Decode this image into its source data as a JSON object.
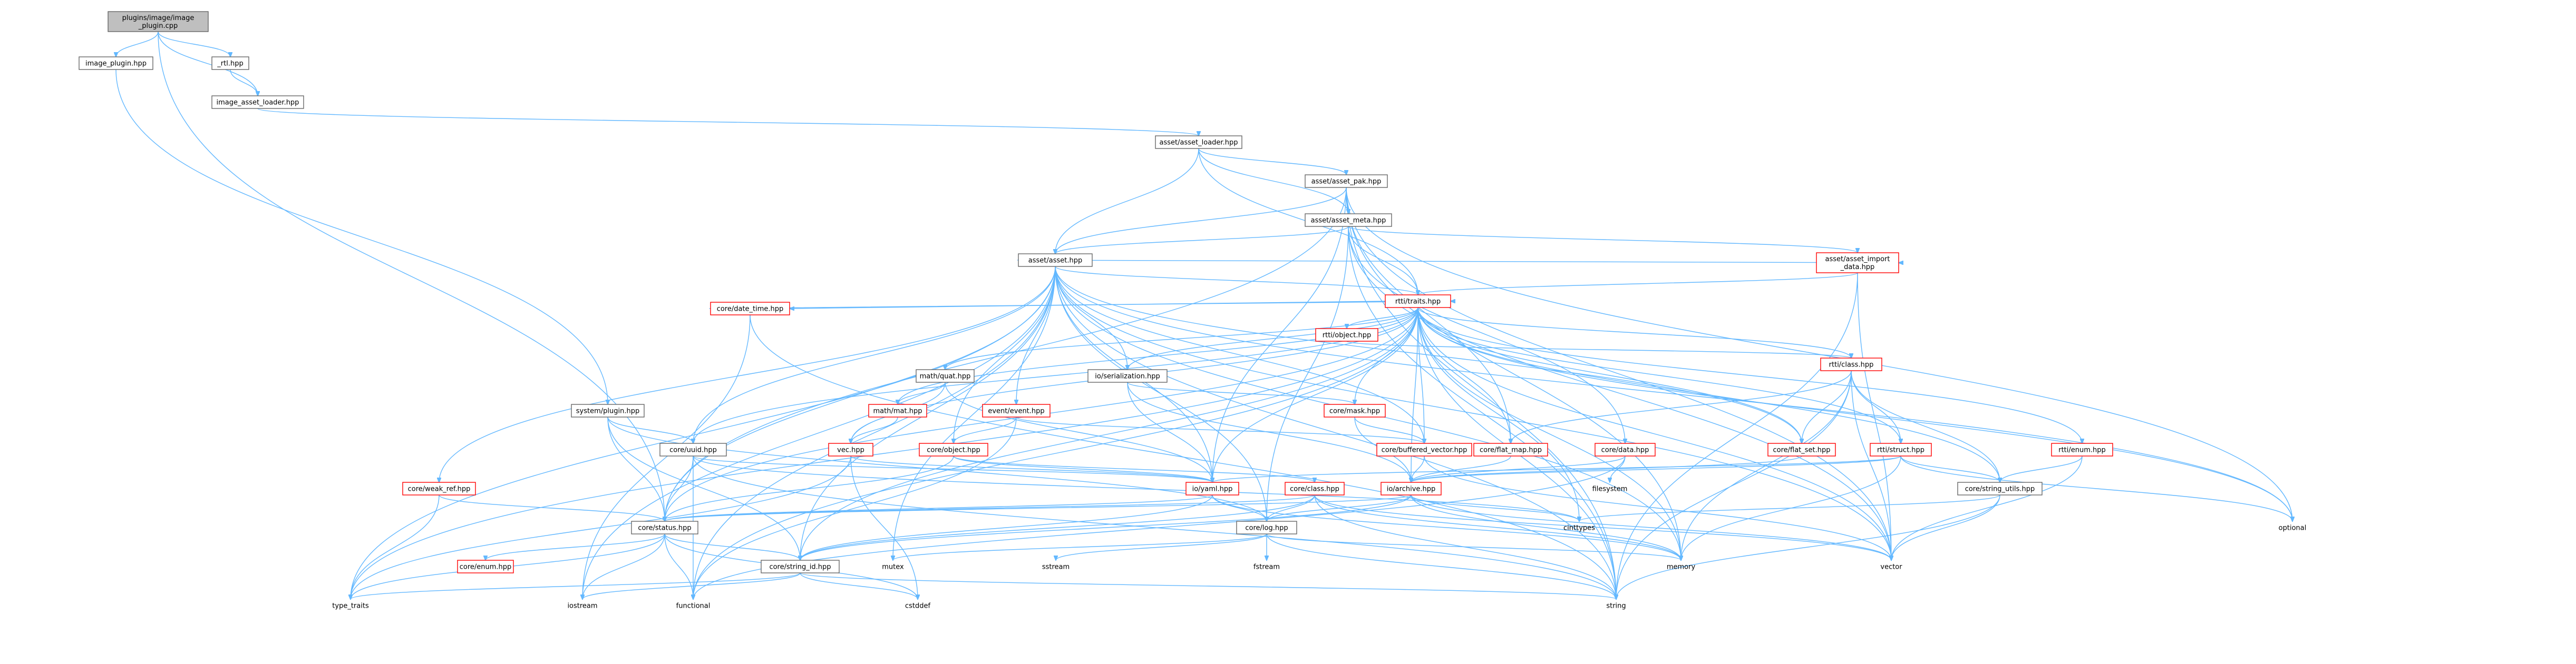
{
  "edge_color": "#63b8ff",
  "red_border_color": "#ff0000",
  "root_fill": "#bfbfbf",
  "nodes": [
    {
      "id": "root",
      "lines": [
        "plugins/image/image",
        "_plugin.cpp"
      ],
      "style": "root"
    },
    {
      "id": "image_plugin",
      "lines": [
        "image_plugin.hpp"
      ],
      "style": "normal"
    },
    {
      "id": "rtl",
      "lines": [
        "_rtl.hpp"
      ],
      "style": "normal"
    },
    {
      "id": "image_asset_loader",
      "lines": [
        "image_asset_loader.hpp"
      ],
      "style": "normal"
    },
    {
      "id": "asset_loader",
      "lines": [
        "asset/asset_loader.hpp"
      ],
      "style": "normal"
    },
    {
      "id": "asset_pak",
      "lines": [
        "asset/asset_pak.hpp"
      ],
      "style": "normal"
    },
    {
      "id": "asset_meta",
      "lines": [
        "asset/asset_meta.hpp"
      ],
      "style": "normal"
    },
    {
      "id": "asset",
      "lines": [
        "asset/asset.hpp"
      ],
      "style": "normal"
    },
    {
      "id": "asset_import",
      "lines": [
        "asset/asset_import",
        "_data.hpp"
      ],
      "style": "red"
    },
    {
      "id": "traits",
      "lines": [
        "rtti/traits.hpp"
      ],
      "style": "red"
    },
    {
      "id": "date_time",
      "lines": [
        "core/date_time.hpp"
      ],
      "style": "red"
    },
    {
      "id": "rtti_object",
      "lines": [
        "rtti/object.hpp"
      ],
      "style": "red"
    },
    {
      "id": "rtti_class",
      "lines": [
        "rtti/class.hpp"
      ],
      "style": "red"
    },
    {
      "id": "math_quat",
      "lines": [
        "math/quat.hpp"
      ],
      "style": "normal"
    },
    {
      "id": "serialization",
      "lines": [
        "io/serialization.hpp"
      ],
      "style": "normal"
    },
    {
      "id": "system_plugin",
      "lines": [
        "system/plugin.hpp"
      ],
      "style": "normal"
    },
    {
      "id": "event",
      "lines": [
        "event/event.hpp"
      ],
      "style": "red"
    },
    {
      "id": "core_mask",
      "lines": [
        "core/mask.hpp"
      ],
      "style": "red"
    },
    {
      "id": "math_mat",
      "lines": [
        "math/mat.hpp"
      ],
      "style": "red"
    },
    {
      "id": "core_uuid",
      "lines": [
        "core/uuid.hpp"
      ],
      "style": "normal"
    },
    {
      "id": "vec",
      "lines": [
        "vec.hpp"
      ],
      "style": "red"
    },
    {
      "id": "core_object",
      "lines": [
        "core/object.hpp"
      ],
      "style": "red"
    },
    {
      "id": "buffered_vector",
      "lines": [
        "core/buffered_vector.hpp"
      ],
      "style": "red"
    },
    {
      "id": "flat_map",
      "lines": [
        "core/flat_map.hpp"
      ],
      "style": "red"
    },
    {
      "id": "core_data",
      "lines": [
        "core/data.hpp"
      ],
      "style": "red"
    },
    {
      "id": "rtti_struct",
      "lines": [
        "rtti/struct.hpp"
      ],
      "style": "red"
    },
    {
      "id": "flat_set",
      "lines": [
        "core/flat_set.hpp"
      ],
      "style": "red"
    },
    {
      "id": "rtti_enum",
      "lines": [
        "rtti/enum.hpp"
      ],
      "style": "red"
    },
    {
      "id": "weak_ref",
      "lines": [
        "core/weak_ref.hpp"
      ],
      "style": "red"
    },
    {
      "id": "io_yaml",
      "lines": [
        "io/yaml.hpp"
      ],
      "style": "red"
    },
    {
      "id": "core_class",
      "lines": [
        "core/class.hpp"
      ],
      "style": "red"
    },
    {
      "id": "io_archive",
      "lines": [
        "io/archive.hpp"
      ],
      "style": "red"
    },
    {
      "id": "string_utils",
      "lines": [
        "core/string_utils.hpp"
      ],
      "style": "normal"
    },
    {
      "id": "core_status",
      "lines": [
        "core/status.hpp"
      ],
      "style": "normal"
    },
    {
      "id": "core_log",
      "lines": [
        "core/log.hpp"
      ],
      "style": "normal"
    },
    {
      "id": "core_enum",
      "lines": [
        "core/enum.hpp"
      ],
      "style": "red"
    },
    {
      "id": "string_id",
      "lines": [
        "core/string_id.hpp"
      ],
      "style": "normal"
    },
    {
      "id": "filesystem",
      "lines": [
        "filesystem"
      ],
      "style": "plain"
    },
    {
      "id": "cinttypes",
      "lines": [
        "cinttypes"
      ],
      "style": "plain"
    },
    {
      "id": "optional",
      "lines": [
        "optional"
      ],
      "style": "plain"
    },
    {
      "id": "memory",
      "lines": [
        "memory"
      ],
      "style": "plain"
    },
    {
      "id": "vector",
      "lines": [
        "vector"
      ],
      "style": "plain"
    },
    {
      "id": "mutex",
      "lines": [
        "mutex"
      ],
      "style": "plain"
    },
    {
      "id": "sstream",
      "lines": [
        "sstream"
      ],
      "style": "plain"
    },
    {
      "id": "fstream",
      "lines": [
        "fstream"
      ],
      "style": "plain"
    },
    {
      "id": "iostream",
      "lines": [
        "iostream"
      ],
      "style": "plain"
    },
    {
      "id": "type_traits",
      "lines": [
        "type_traits"
      ],
      "style": "plain"
    },
    {
      "id": "functional",
      "lines": [
        "functional"
      ],
      "style": "plain"
    },
    {
      "id": "cstddef",
      "lines": [
        "cstddef"
      ],
      "style": "plain"
    },
    {
      "id": "string",
      "lines": [
        "string"
      ],
      "style": "plain"
    }
  ],
  "edges": [
    [
      "root",
      "image_plugin"
    ],
    [
      "root",
      "rtl"
    ],
    [
      "root",
      "image_asset_loader"
    ],
    [
      "root",
      "core_status"
    ],
    [
      "rtl",
      "image_asset_loader"
    ],
    [
      "image_plugin",
      "system_plugin"
    ],
    [
      "image_asset_loader",
      "asset_loader"
    ],
    [
      "asset_loader",
      "asset_pak"
    ],
    [
      "asset_loader",
      "asset_meta"
    ],
    [
      "asset_loader",
      "asset"
    ],
    [
      "asset_loader",
      "traits"
    ],
    [
      "asset_pak",
      "asset_meta"
    ],
    [
      "asset_pak",
      "asset"
    ],
    [
      "asset_pak",
      "io_yaml"
    ],
    [
      "asset_pak",
      "flat_map"
    ],
    [
      "asset_pak",
      "core_status"
    ],
    [
      "asset_pak",
      "optional"
    ],
    [
      "asset_pak",
      "vector"
    ],
    [
      "asset_pak",
      "string"
    ],
    [
      "asset_pak",
      "memory"
    ],
    [
      "asset_meta",
      "asset"
    ],
    [
      "asset_meta",
      "asset_import"
    ],
    [
      "asset_meta",
      "traits"
    ],
    [
      "asset_meta",
      "core_log"
    ],
    [
      "asset_meta",
      "core_data"
    ],
    [
      "asset_meta",
      "string"
    ],
    [
      "asset_meta",
      "vector"
    ],
    [
      "asset",
      "asset_import"
    ],
    [
      "asset",
      "traits"
    ],
    [
      "asset",
      "serialization"
    ],
    [
      "asset",
      "event"
    ],
    [
      "asset",
      "core_uuid"
    ],
    [
      "asset",
      "core_object"
    ],
    [
      "asset",
      "buffered_vector"
    ],
    [
      "asset",
      "flat_set"
    ],
    [
      "asset",
      "weak_ref"
    ],
    [
      "asset",
      "io_yaml"
    ],
    [
      "asset",
      "core_log"
    ],
    [
      "asset",
      "string_id"
    ],
    [
      "asset",
      "core_status"
    ],
    [
      "asset",
      "optional"
    ],
    [
      "asset",
      "memory"
    ],
    [
      "asset",
      "vector"
    ],
    [
      "asset",
      "mutex"
    ],
    [
      "asset",
      "iostream"
    ],
    [
      "asset",
      "type_traits"
    ],
    [
      "asset",
      "functional"
    ],
    [
      "asset",
      "string"
    ],
    [
      "asset_import",
      "traits"
    ],
    [
      "asset_import",
      "string"
    ],
    [
      "asset_import",
      "vector"
    ],
    [
      "traits",
      "date_time"
    ],
    [
      "traits",
      "rtti_object"
    ],
    [
      "traits",
      "rtti_class"
    ],
    [
      "traits",
      "math_quat"
    ],
    [
      "traits",
      "serialization"
    ],
    [
      "traits",
      "core_mask"
    ],
    [
      "traits",
      "math_mat"
    ],
    [
      "traits",
      "core_uuid"
    ],
    [
      "traits",
      "vec"
    ],
    [
      "traits",
      "buffered_vector"
    ],
    [
      "traits",
      "flat_map"
    ],
    [
      "traits",
      "flat_set"
    ],
    [
      "traits",
      "rtti_struct"
    ],
    [
      "traits",
      "rtti_enum"
    ],
    [
      "traits",
      "io_yaml"
    ],
    [
      "traits",
      "io_archive"
    ],
    [
      "traits",
      "string_utils"
    ],
    [
      "traits",
      "core_status"
    ],
    [
      "traits",
      "string_id"
    ],
    [
      "traits",
      "cinttypes"
    ],
    [
      "traits",
      "optional"
    ],
    [
      "traits",
      "memory"
    ],
    [
      "traits",
      "vector"
    ],
    [
      "traits",
      "string"
    ],
    [
      "traits",
      "type_traits"
    ],
    [
      "traits",
      "functional"
    ],
    [
      "date_time",
      "traits"
    ],
    [
      "date_time",
      "string"
    ],
    [
      "date_time",
      "iostream"
    ],
    [
      "rtti_object",
      "rtti_class"
    ],
    [
      "rtti_class",
      "rtti_struct"
    ],
    [
      "rtti_class",
      "flat_map"
    ],
    [
      "rtti_class",
      "flat_set"
    ],
    [
      "rtti_class",
      "string_utils"
    ],
    [
      "rtti_class",
      "vector"
    ],
    [
      "rtti_class",
      "string"
    ],
    [
      "rtti_class",
      "memory"
    ],
    [
      "math_quat",
      "vec"
    ],
    [
      "math_quat",
      "math_mat"
    ],
    [
      "math_quat",
      "io_yaml"
    ],
    [
      "serialization",
      "io_archive"
    ],
    [
      "serialization",
      "io_yaml"
    ],
    [
      "serialization",
      "core_mask"
    ],
    [
      "system_plugin",
      "core_uuid"
    ],
    [
      "system_plugin",
      "core_status"
    ],
    [
      "system_plugin",
      "string_id"
    ],
    [
      "system_plugin",
      "core_log"
    ],
    [
      "event",
      "core_object"
    ],
    [
      "event",
      "buffered_vector"
    ],
    [
      "event",
      "functional"
    ],
    [
      "core_mask",
      "buffered_vector"
    ],
    [
      "core_mask",
      "io_archive"
    ],
    [
      "math_mat",
      "vec"
    ],
    [
      "core_uuid",
      "io_yaml"
    ],
    [
      "core_uuid",
      "core_status"
    ],
    [
      "core_uuid",
      "cinttypes"
    ],
    [
      "core_uuid",
      "string"
    ],
    [
      "core_uuid",
      "functional"
    ],
    [
      "vec",
      "io_yaml"
    ],
    [
      "vec",
      "type_traits"
    ],
    [
      "vec",
      "cstddef"
    ],
    [
      "core_object",
      "core_class"
    ],
    [
      "core_object",
      "io_yaml"
    ],
    [
      "core_object",
      "core_status"
    ],
    [
      "buffered_vector",
      "io_archive"
    ],
    [
      "buffered_vector",
      "vector"
    ],
    [
      "flat_map",
      "io_archive"
    ],
    [
      "core_data",
      "io_archive"
    ],
    [
      "core_data",
      "filesystem"
    ],
    [
      "core_data",
      "functional"
    ],
    [
      "rtti_struct",
      "io_yaml"
    ],
    [
      "rtti_struct",
      "io_archive"
    ],
    [
      "rtti_struct",
      "string_utils"
    ],
    [
      "rtti_struct",
      "optional"
    ],
    [
      "rtti_struct",
      "memory"
    ],
    [
      "flat_set",
      "io_archive"
    ],
    [
      "rtti_enum",
      "string_utils"
    ],
    [
      "rtti_enum",
      "vector"
    ],
    [
      "weak_ref",
      "core_status"
    ],
    [
      "weak_ref",
      "type_traits"
    ],
    [
      "io_yaml",
      "core_log"
    ],
    [
      "io_yaml",
      "string_id"
    ],
    [
      "io_yaml",
      "core_status"
    ],
    [
      "io_yaml",
      "memory"
    ],
    [
      "core_class",
      "core_log"
    ],
    [
      "core_class",
      "string_id"
    ],
    [
      "core_class",
      "core_status"
    ],
    [
      "core_class",
      "memory"
    ],
    [
      "core_class",
      "vector"
    ],
    [
      "core_class",
      "string"
    ],
    [
      "io_archive",
      "core_log"
    ],
    [
      "io_archive",
      "string_id"
    ],
    [
      "io_archive",
      "core_status"
    ],
    [
      "io_archive",
      "cinttypes"
    ],
    [
      "io_archive",
      "memory"
    ],
    [
      "io_archive",
      "vector"
    ],
    [
      "string_utils",
      "cinttypes"
    ],
    [
      "string_utils",
      "string"
    ],
    [
      "string_utils",
      "vector"
    ],
    [
      "core_status",
      "core_enum"
    ],
    [
      "core_status",
      "string_id"
    ],
    [
      "core_status",
      "iostream"
    ],
    [
      "core_status",
      "functional"
    ],
    [
      "core_status",
      "type_traits"
    ],
    [
      "core_status",
      "cstddef"
    ],
    [
      "core_log",
      "fstream"
    ],
    [
      "core_log",
      "sstream"
    ],
    [
      "core_log",
      "mutex"
    ],
    [
      "core_log",
      "string"
    ],
    [
      "core_log",
      "memory"
    ],
    [
      "string_id",
      "iostream"
    ],
    [
      "string_id",
      "string"
    ],
    [
      "string_id",
      "cstddef"
    ],
    [
      "string_id",
      "type_traits"
    ]
  ]
}
